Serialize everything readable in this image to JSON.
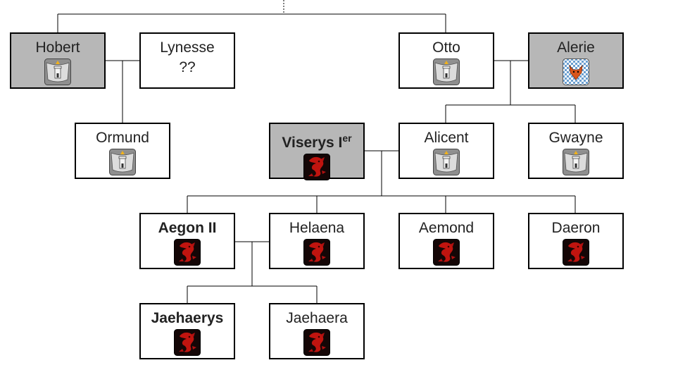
{
  "diagram": {
    "people": [
      {
        "id": "hobert",
        "name": "Hobert",
        "bold": false,
        "grey": true,
        "icon": "hightower-shield-icon",
        "extra": ""
      },
      {
        "id": "lynesse",
        "name": "Lynesse",
        "bold": false,
        "grey": false,
        "icon": "",
        "extra": "??"
      },
      {
        "id": "ormund",
        "name": "Ormund",
        "bold": false,
        "grey": false,
        "icon": "hightower-shield-icon",
        "extra": ""
      },
      {
        "id": "otto",
        "name": "Otto",
        "bold": false,
        "grey": false,
        "icon": "hightower-shield-icon",
        "extra": ""
      },
      {
        "id": "alerie",
        "name": "Alerie",
        "bold": false,
        "grey": true,
        "icon": "fox-shield-icon",
        "extra": ""
      },
      {
        "id": "viserys",
        "name": "Viserys I",
        "suffix": "er",
        "bold": true,
        "grey": true,
        "icon": "targaryen-dragon-icon",
        "extra": ""
      },
      {
        "id": "alicent",
        "name": "Alicent",
        "bold": false,
        "grey": false,
        "icon": "hightower-shield-icon",
        "extra": ""
      },
      {
        "id": "gwayne",
        "name": "Gwayne",
        "bold": false,
        "grey": false,
        "icon": "hightower-shield-icon",
        "extra": ""
      },
      {
        "id": "aegon",
        "name": "Aegon II",
        "bold": true,
        "grey": false,
        "icon": "targaryen-dragon-icon",
        "extra": ""
      },
      {
        "id": "helaena",
        "name": "Helaena",
        "bold": false,
        "grey": false,
        "icon": "targaryen-dragon-icon",
        "extra": ""
      },
      {
        "id": "aemond",
        "name": "Aemond",
        "bold": false,
        "grey": false,
        "icon": "targaryen-dragon-icon",
        "extra": ""
      },
      {
        "id": "daeron",
        "name": "Daeron",
        "bold": false,
        "grey": false,
        "icon": "targaryen-dragon-icon",
        "extra": ""
      },
      {
        "id": "jaehaerys",
        "name": "Jaehaerys",
        "bold": true,
        "grey": false,
        "icon": "targaryen-dragon-icon",
        "extra": ""
      },
      {
        "id": "jaehaera",
        "name": "Jaehaera",
        "bold": false,
        "grey": false,
        "icon": "targaryen-dragon-icon",
        "extra": ""
      }
    ],
    "colors": {
      "box_grey": "#b7b7b7",
      "hightower_grey": "#8f8f8f",
      "hightower_fire": "#f2b21a",
      "dragon_red": "#c0140f",
      "dragon_bg": "#140606",
      "fox_orange": "#d9561c",
      "fox_field_blue": "#6b9fd0"
    }
  }
}
